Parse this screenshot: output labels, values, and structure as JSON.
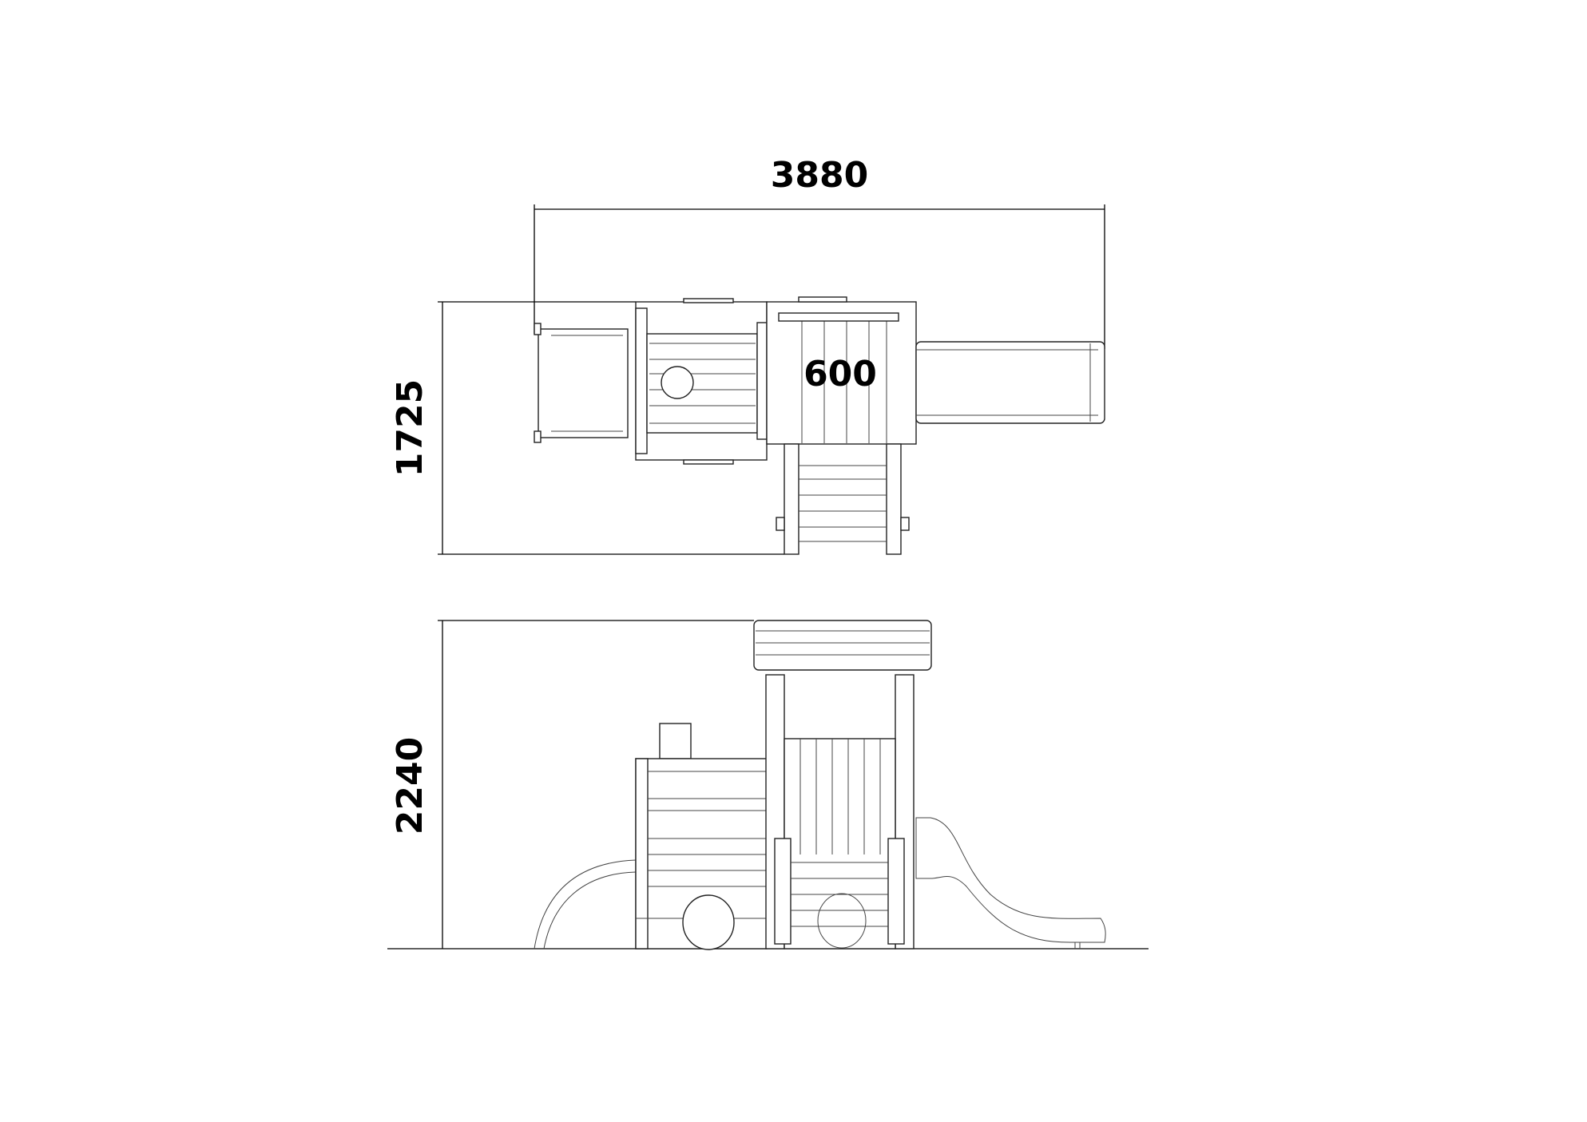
{
  "drawing": {
    "top_view": {
      "width_dimension": "3880",
      "depth_dimension": "1725",
      "platform_height_label": "600"
    },
    "side_view": {
      "height_dimension": "2240"
    },
    "colors": {
      "line": "#000000",
      "background": "#ffffff"
    }
  }
}
